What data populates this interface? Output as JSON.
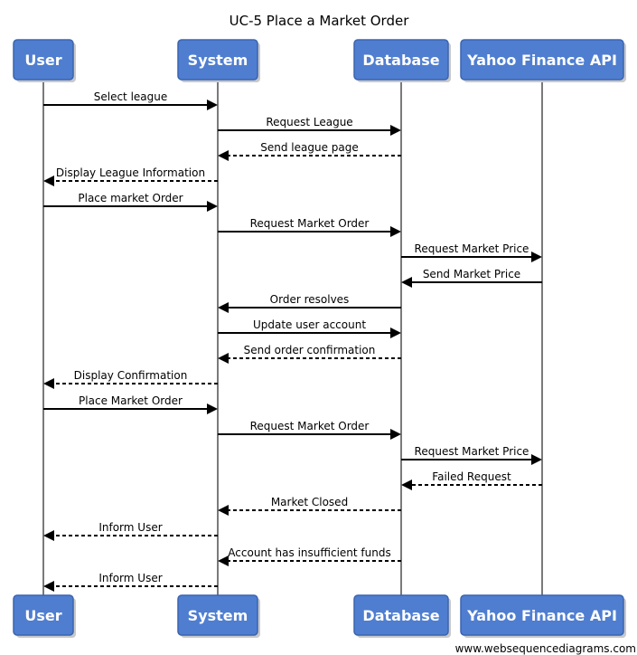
{
  "title": "UC-5 Place a Market Order",
  "footer": "www.websequencediagrams.com",
  "actors": [
    {
      "id": "user",
      "label": "User"
    },
    {
      "id": "system",
      "label": "System"
    },
    {
      "id": "database",
      "label": "Database"
    },
    {
      "id": "yahoo",
      "label": "Yahoo Finance API"
    }
  ],
  "messages": [
    {
      "from": "user",
      "to": "system",
      "label": "Select league",
      "dashed": false
    },
    {
      "from": "system",
      "to": "database",
      "label": "Request League",
      "dashed": false
    },
    {
      "from": "database",
      "to": "system",
      "label": "Send league page",
      "dashed": true
    },
    {
      "from": "system",
      "to": "user",
      "label": "Display League Information",
      "dashed": true
    },
    {
      "from": "user",
      "to": "system",
      "label": "Place market Order",
      "dashed": false
    },
    {
      "from": "system",
      "to": "database",
      "label": "Request Market Order",
      "dashed": false
    },
    {
      "from": "database",
      "to": "yahoo",
      "label": "Request Market Price",
      "dashed": false
    },
    {
      "from": "yahoo",
      "to": "database",
      "label": "Send Market Price",
      "dashed": false
    },
    {
      "from": "database",
      "to": "system",
      "label": "Order resolves",
      "dashed": false
    },
    {
      "from": "system",
      "to": "database",
      "label": "Update user account",
      "dashed": false
    },
    {
      "from": "database",
      "to": "system",
      "label": "Send order confirmation",
      "dashed": true
    },
    {
      "from": "system",
      "to": "user",
      "label": "Display Confirmation",
      "dashed": true
    },
    {
      "from": "user",
      "to": "system",
      "label": "Place Market Order",
      "dashed": false
    },
    {
      "from": "system",
      "to": "database",
      "label": "Request Market Order",
      "dashed": false
    },
    {
      "from": "database",
      "to": "yahoo",
      "label": "Request Market Price",
      "dashed": false
    },
    {
      "from": "yahoo",
      "to": "database",
      "label": "Failed Request",
      "dashed": true
    },
    {
      "from": "database",
      "to": "system",
      "label": "Market Closed",
      "dashed": true
    },
    {
      "from": "system",
      "to": "user",
      "label": "Inform User",
      "dashed": true
    },
    {
      "from": "database",
      "to": "system",
      "label": "Account has insufficient funds",
      "dashed": true
    },
    {
      "from": "system",
      "to": "user",
      "label": "Inform User",
      "dashed": true
    }
  ]
}
